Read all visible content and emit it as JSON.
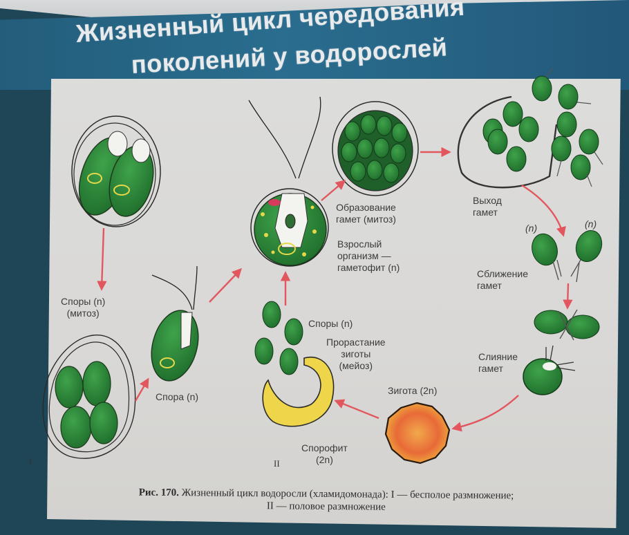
{
  "title": {
    "line1": "Жизненный цикл чередования",
    "line2": "поколений у водорослей"
  },
  "labels": {
    "spores_mitosis_1": "Споры (n)",
    "spores_mitosis_2": "(митоз)",
    "spore": "Спора (n)",
    "gamete_formation_1": "Образование",
    "gamete_formation_2": "гамет (митоз)",
    "adult_1": "Взрослый",
    "adult_2": "организм —",
    "adult_3": "гаметофит (n)",
    "gamete_exit_1": "Выход",
    "gamete_exit_2": "гамет",
    "ploidy_left": "(n)",
    "ploidy_right": "(n)",
    "gamete_approach_1": "Сближение",
    "gamete_approach_2": "гамет",
    "gamete_fusion_1": "Слияние",
    "gamete_fusion_2": "гамет",
    "zygote": "Зигота (2n)",
    "spores_n": "Споры (n)",
    "germination_1": "Прорастание",
    "germination_2": "зиготы",
    "germination_3": "(мейоз)",
    "sporophyte_1": "Спорофит",
    "sporophyte_2": "(2n)",
    "roman_1": "I",
    "roman_2": "II"
  },
  "caption": {
    "figure": "Рис. 170.",
    "line1": "Жизненный цикл водоросли (хламидомонада): I — бесполое размножение;",
    "line2": "II — половое размножение"
  },
  "colors": {
    "banner": "#2a6d8e",
    "background": "#1f4656",
    "page": "#dad9d7",
    "cell_green": "#2f8a3a",
    "arrow_red": "#e2575e",
    "zygote_orange": "#e8753c",
    "sporophyte_yellow": "#eed54a"
  }
}
